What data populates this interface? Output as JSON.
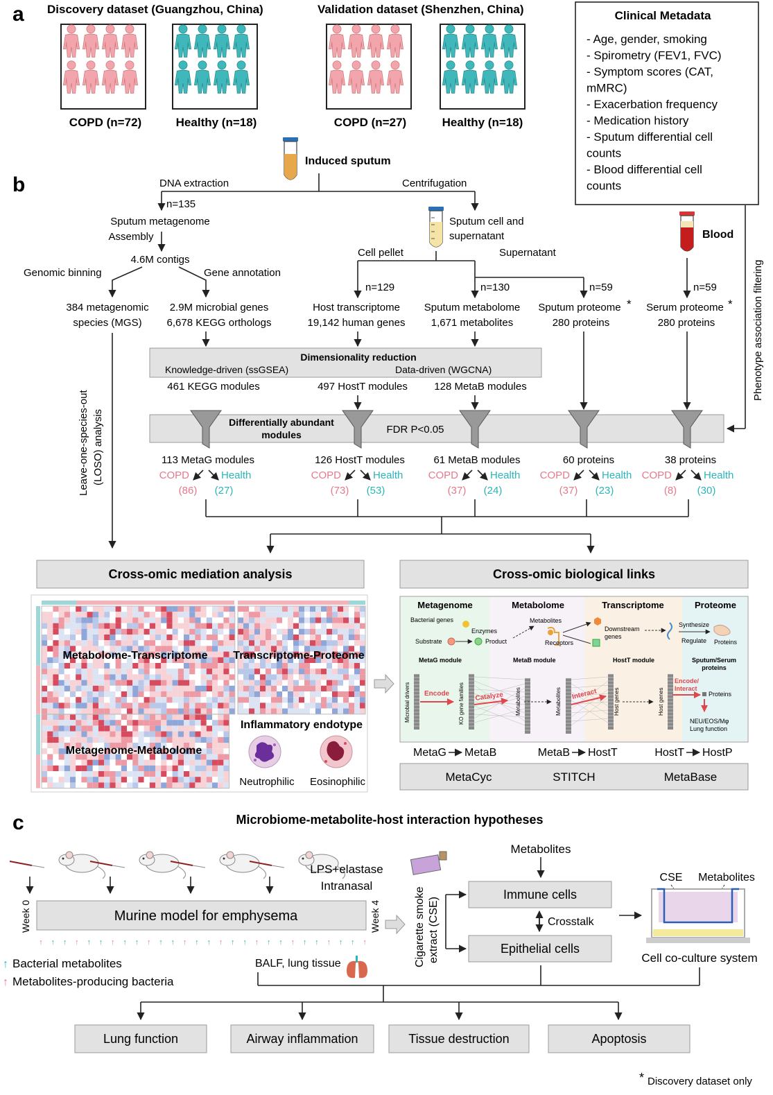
{
  "panel_a": {
    "label": "a",
    "discovery_title": "Discovery dataset (Guangzhou, China)",
    "validation_title": "Validation dataset (Shenzhen, China)",
    "discovery_copd": "COPD (n=72)",
    "discovery_healthy": "Healthy (n=18)",
    "validation_copd": "COPD (n=27)",
    "validation_healthy": "Healthy (n=18)",
    "metadata_title": "Clinical Metadata",
    "metadata_items": [
      "- Age, gender, smoking",
      "- Spirometry (FEV1, FVC)",
      "- Symptom scores (CAT,",
      "  mMRC)",
      "- Exacerbation frequency",
      "- Medication history",
      "- Sputum differential cell",
      "  counts",
      "- Blood differential cell",
      "  counts"
    ]
  },
  "panel_b": {
    "label": "b",
    "induced_sputum": "Induced sputum",
    "dna_extraction": "DNA extraction",
    "centrifugation": "Centrifugation",
    "n135": "n=135",
    "sputum_metagenome": "Sputum metagenome",
    "assembly": "Assembly",
    "contigs": "4.6M contigs",
    "genomic_binning": "Genomic binning",
    "gene_annotation": "Gene annotation",
    "mgs_line1": "384 metagenomic",
    "mgs_line2": "species (MGS)",
    "genes_line1": "2.9M microbial genes",
    "genes_line2": "6,678 KEGG orthologs",
    "sputum_cell_line1": "Sputum cell and",
    "sputum_cell_line2": "supernatant",
    "cell_pellet": "Cell pellet",
    "supernatant": "Supernatant",
    "blood": "Blood",
    "n129": "n=129",
    "n130": "n=130",
    "n59a": "n=59",
    "n59b": "n=59",
    "host_tx_line1": "Host transcriptome",
    "host_tx_line2": "19,142 human genes",
    "metab_line1": "Sputum metabolome",
    "metab_line2": "1,671 metabolites",
    "sprot_line1": "Sputum proteome",
    "sprot_line2": "280 proteins",
    "serum_line1": "Serum proteome",
    "serum_line2": "280 proteins",
    "asterisk": "*",
    "phenotype_filter": "Phenotype association filtering",
    "loso_line1": "Leave-one-species-out",
    "loso_line2": "(LOSO) analysis",
    "dimred_title": "Dimensionality reduction",
    "knowledge_driven": "Knowledge-driven (ssGSEA)",
    "data_driven": "Data-driven (WGCNA)",
    "kegg_modules": "461 KEGG modules",
    "hostt_modules": "497 HostT modules",
    "metab_modules": "128 MetaB modules",
    "diff_title_line1": "Differentially abundant",
    "diff_title_line2": "modules",
    "fdr": "FDR P<0.05",
    "results": [
      {
        "title": "113 MetaG modules",
        "copd": "COPD",
        "health": "Health",
        "n_copd": "(86)",
        "n_health": "(27)"
      },
      {
        "title": "126 HostT modules",
        "copd": "COPD",
        "health": "Health",
        "n_copd": "(73)",
        "n_health": "(53)"
      },
      {
        "title": "61 MetaB modules",
        "copd": "COPD",
        "health": "Health",
        "n_copd": "(37)",
        "n_health": "(24)"
      },
      {
        "title": "60 proteins",
        "copd": "COPD",
        "health": "Health",
        "n_copd": "(37)",
        "n_health": "(23)"
      },
      {
        "title": "38 proteins",
        "copd": "COPD",
        "health": "Health",
        "n_copd": "(8)",
        "n_health": "(30)"
      }
    ],
    "mediation_title": "Cross-omic mediation analysis",
    "links_title": "Cross-omic biological links",
    "hm_metab_tx": "Metabolome-Transcriptome",
    "hm_tx_prot": "Transcriptome-Proteome",
    "hm_metag_metab": "Metagenome-Metabolome",
    "endotype_title": "Inflammatory endotype",
    "neutrophilic": "Neutrophilic",
    "eosinophilic": "Eosinophilic",
    "links": {
      "col_metagenome": "Metagenome",
      "col_metabolome": "Metabolome",
      "col_transcriptome": "Transcriptome",
      "col_proteome": "Proteome",
      "bacterial_genes": "Bacterial genes",
      "enzymes": "Enzymes",
      "substrate": "Substrate",
      "product": "Product",
      "metabolites": "Metabolites",
      "receptors": "Receptors",
      "downstream_line1": "Downstream",
      "downstream_line2": "genes",
      "synthesize": "Synthesize",
      "regulate": "Regulate",
      "proteins": "Proteins",
      "metag_module": "MetaG module",
      "metab_module": "MetaB module",
      "hostt_module": "HostT module",
      "sputum_serum_line1": "Sputum/Serum",
      "sputum_serum_line2": "proteins",
      "microbial_drivers": "Microbial drivers",
      "ko_families": "KO gene families",
      "metabolites_bar": "Metabolites",
      "host_genes": "Host genes",
      "encode": "Encode",
      "catalyze": "Catalyze",
      "interact": "Interact",
      "encode_interact_line1": "Encode/",
      "encode_interact_line2": "Interact",
      "proteins_small": "Proteins",
      "neu_line1": "NEU/EOS/Mφ",
      "neu_line2": "Lung function"
    },
    "link_pairs": [
      {
        "from": "MetaG",
        "to": "MetaB"
      },
      {
        "from": "MetaB",
        "to": "HostT"
      },
      {
        "from": "HostT",
        "to": "HostP"
      }
    ],
    "databases": [
      "MetaCyc",
      "STITCH",
      "MetaBase"
    ]
  },
  "panel_c": {
    "label": "c",
    "title": "Microbiome-metabolite-host interaction hypotheses",
    "lps_line1": "LPS+elastase",
    "lps_line2": "Intranasal",
    "model_title": "Murine model for emphysema",
    "week0": "Week 0",
    "week4": "Week 4",
    "legend_blue": "Bacterial metabolites",
    "legend_pink": "Metabolites-producing bacteria",
    "balf": "BALF, lung tissue",
    "cse_line1": "Cigarette smoke",
    "cse_line2": "extract (CSE)",
    "metabolites": "Metabolites",
    "immune_cells": "Immune cells",
    "crosstalk": "Crosstalk",
    "epithelial_cells": "Epithelial cells",
    "cse_label": "CSE",
    "metabolites_label": "Metabolites",
    "coculture": "Cell co-culture system",
    "outcomes": [
      "Lung function",
      "Airway inflammation",
      "Tissue destruction",
      "Apoptosis"
    ]
  },
  "footnote": "Discovery dataset only",
  "footnote_star": "*",
  "colors": {
    "copd": "#e57a8b",
    "health": "#2bb5b8",
    "copd_fill": "#f2a5ad",
    "health_fill": "#40b8bb",
    "gray_box": "#e2e2e2",
    "gray_border": "#9a9a9a",
    "red_arrow": "#e0474c"
  }
}
